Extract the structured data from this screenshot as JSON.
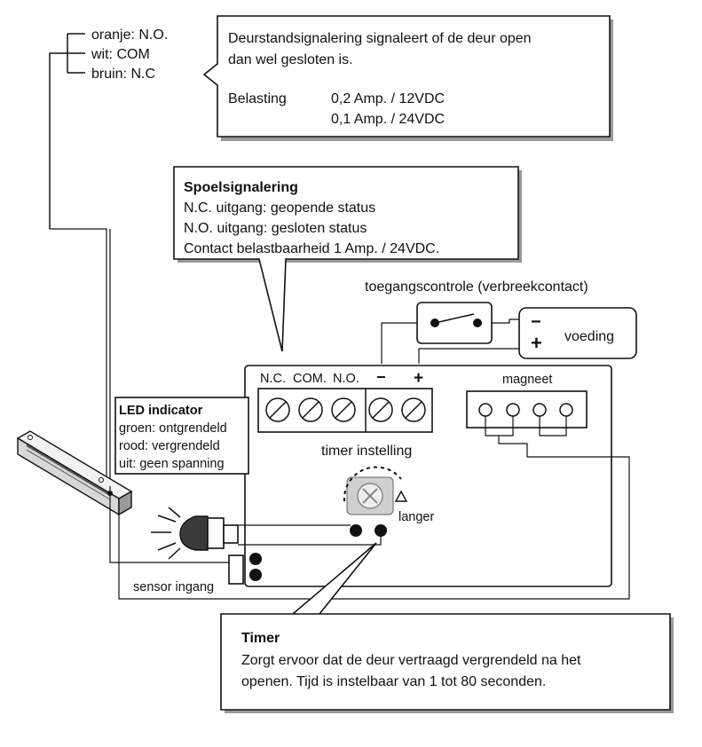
{
  "wire_colors": {
    "lines": [
      "oranje: N.O.",
      "wit: COM",
      "bruin: N.C"
    ]
  },
  "door_status": {
    "text_lines": [
      "Deurstandsignalering signaleert of de deur open",
      "dan wel gesloten is."
    ],
    "load_label": "Belasting",
    "load_values": [
      "0,2 Amp. / 12VDC",
      "0,1 Amp. / 24VDC"
    ]
  },
  "coil_signal": {
    "title": "Spoelsignalering",
    "lines": [
      "N.C. uitgang: geopende status",
      "N.O. uitgang: gesloten status",
      "Contact belastbaarheid 1 Amp. / 24VDC."
    ]
  },
  "access_control": {
    "label": "toegangscontrole (verbreekcontact)"
  },
  "power_supply": {
    "minus": "−",
    "plus": "+",
    "label": "voeding"
  },
  "terminal_block": {
    "labels": [
      "N.C.",
      "COM.",
      "N.O.",
      "−",
      "+"
    ]
  },
  "magnet": {
    "label": "magneet"
  },
  "led_indicator": {
    "title": "LED indicator",
    "lines": [
      "groen: ontgrendeld",
      "rood: vergrendeld",
      "uit: geen spanning"
    ]
  },
  "timer_adjust": {
    "label": "timer instelling",
    "direction": "langer"
  },
  "sensor": {
    "label": "sensor ingang"
  },
  "timer_box": {
    "title": "Timer",
    "lines": [
      "Zorgt ervoor dat de deur vertraagd vergrendeld na het",
      "openen. Tijd is instelbaar van 1 tot 80 seconden."
    ]
  }
}
